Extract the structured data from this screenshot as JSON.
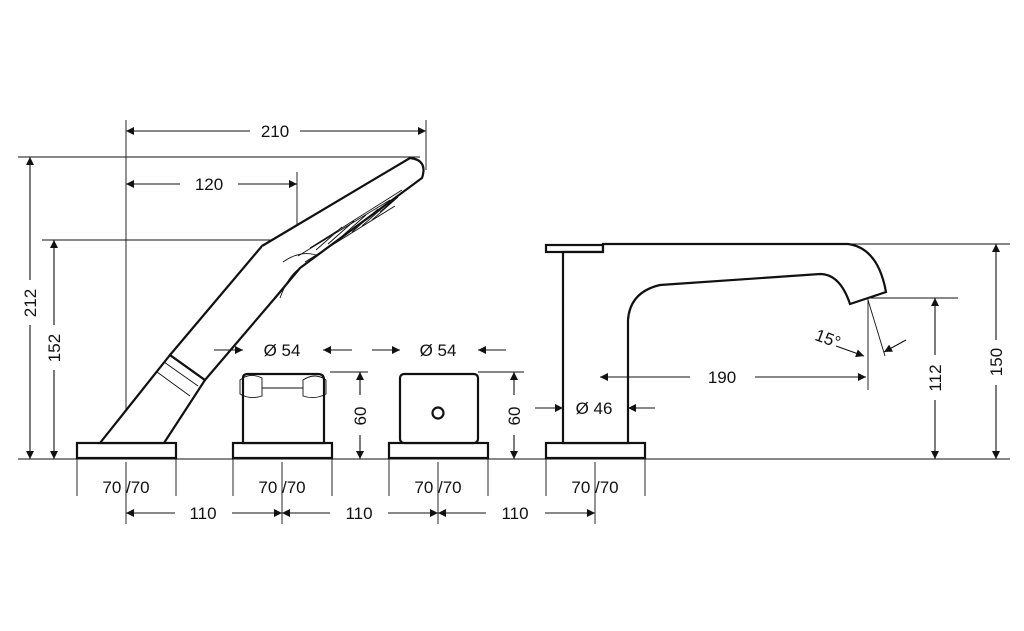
{
  "dimensions": {
    "handshower_length": "210",
    "handshower_reach": "120",
    "handshower_height": "212",
    "handshower_body_height": "152",
    "handle_diameter_1": "Ø 54",
    "handle_diameter_2": "Ø 54",
    "handle_height_1": "60",
    "handle_height_2": "60",
    "spout_diameter": "Ø 46",
    "spout_reach": "190",
    "spout_angle": "15°",
    "spout_outlet_height": "112",
    "spout_height": "150",
    "base_1": "70 /70",
    "base_2": "70 /70",
    "base_3": "70 /70",
    "base_4": "70 /70",
    "spacing_1": "110",
    "spacing_2": "110",
    "spacing_3": "110"
  }
}
